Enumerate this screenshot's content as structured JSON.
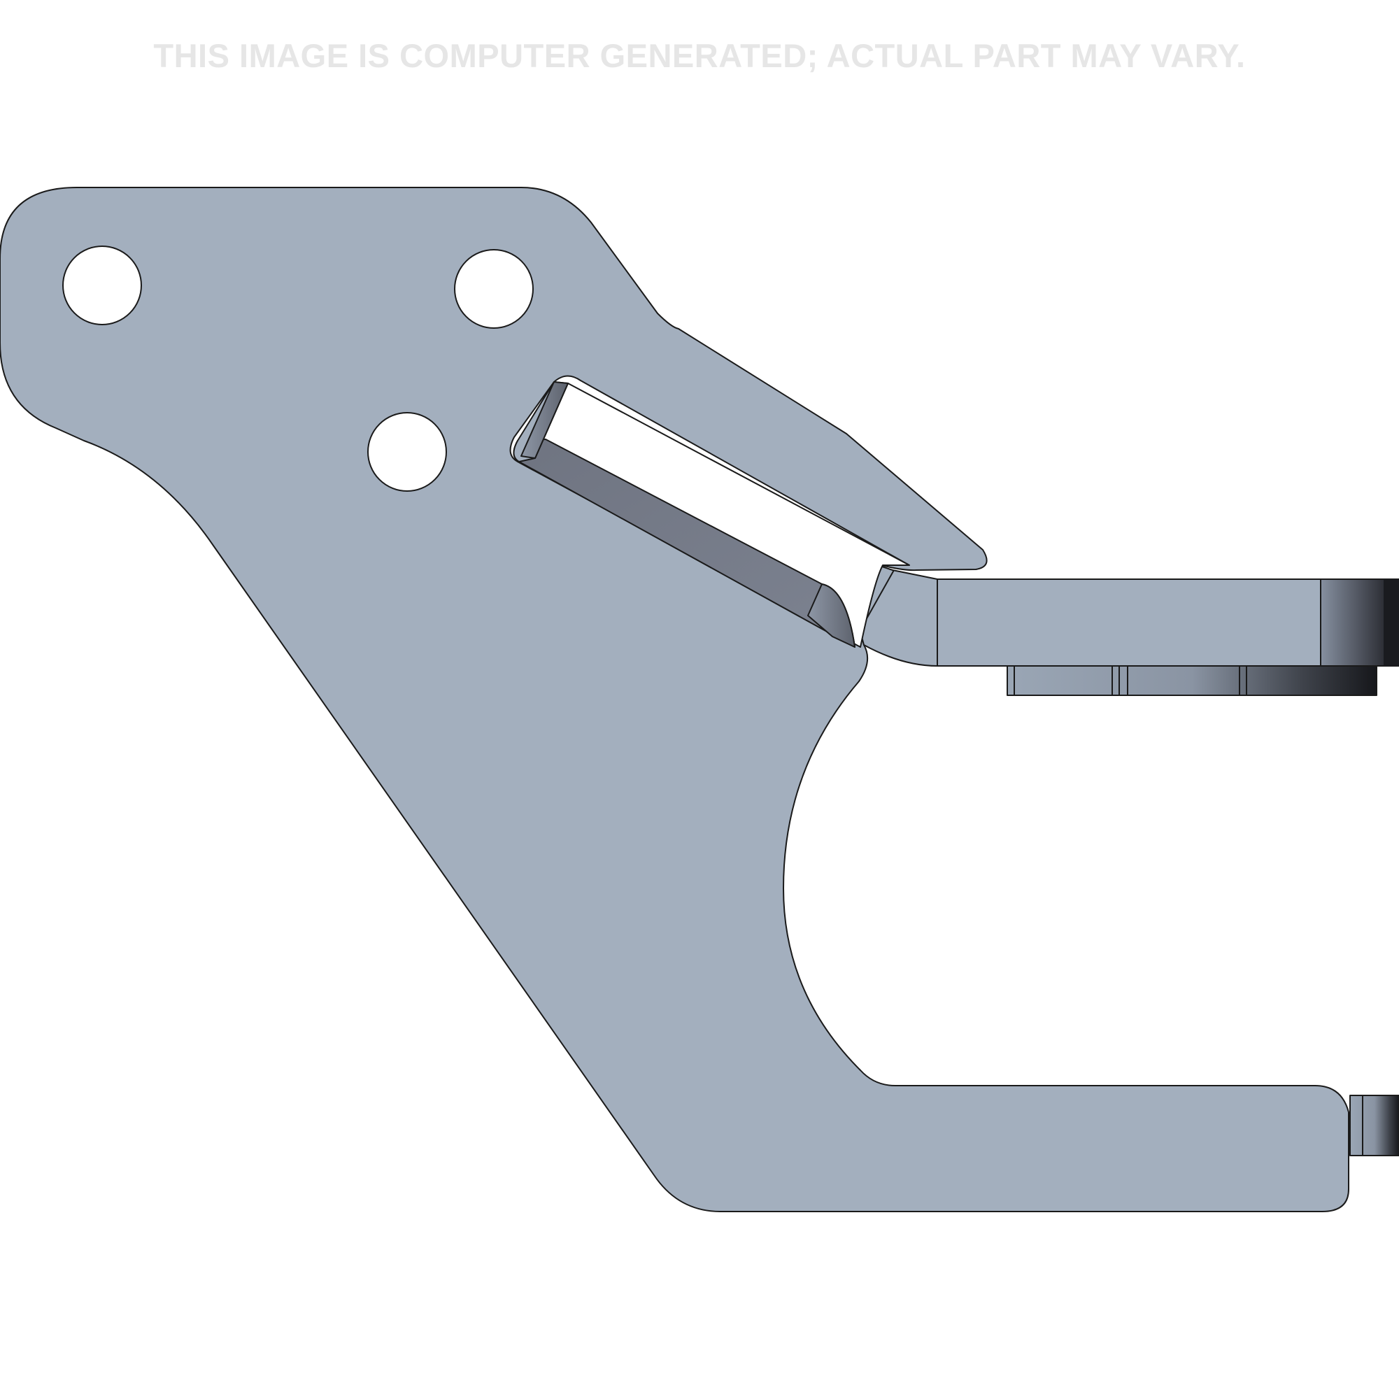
{
  "disclaimer": "THIS IMAGE IS COMPUTER GENERATED; ACTUAL PART MAY VARY.",
  "colors": {
    "background": "#ffffff",
    "plate": "#a3afbe",
    "slot_shadow": "#777c88",
    "edge_dark": "#1e1f24",
    "outline": "#1a1a1a",
    "disclaimer_text": "#e6e6e6"
  },
  "part": {
    "name_icon": "bracket-part-icon",
    "holes": 3,
    "slots": 1
  }
}
